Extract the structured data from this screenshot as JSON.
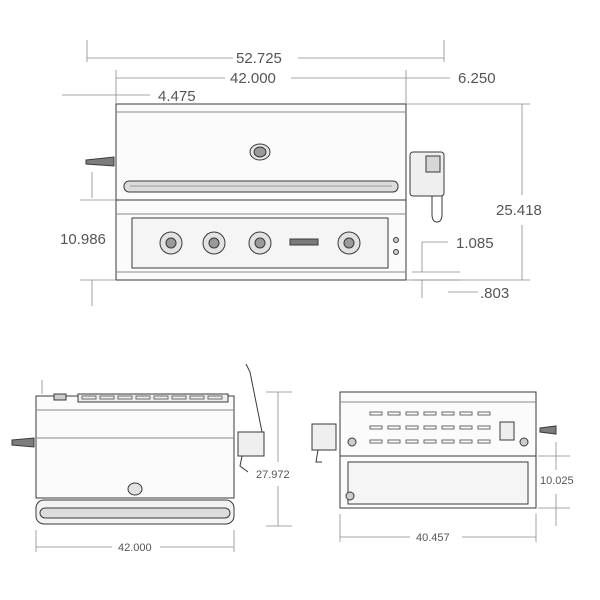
{
  "dimensions": {
    "overall_width": "52.725",
    "grill_width": "42.000",
    "side_offset": "4.475",
    "rotisserie_width": "6.250",
    "front_height": "25.418",
    "control_panel_height": "10.986",
    "knob_depth": "1.085",
    "base_offset": ".803",
    "back_width": "42.000",
    "depth": "27.972",
    "side_depth": "40.457",
    "side_lower_height": "10.025"
  },
  "colors": {
    "line": "#3a3a3a",
    "dim_line": "#8a8a8a",
    "text": "#555555"
  }
}
